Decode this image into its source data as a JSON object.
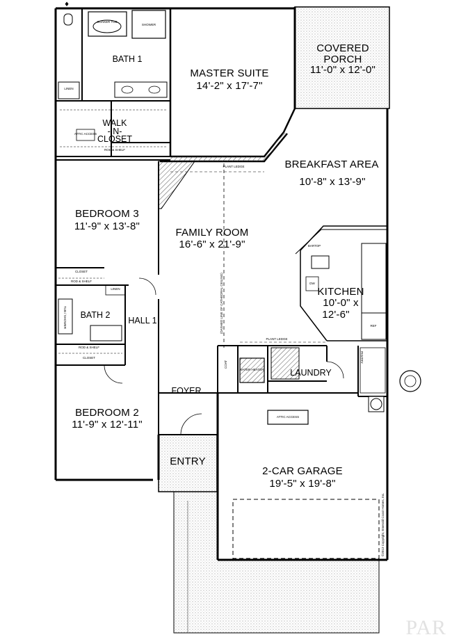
{
  "rooms": {
    "master_suite": {
      "name": "MASTER SUITE",
      "size": "14'-2\" x 17'-7\""
    },
    "covered_porch": {
      "name_line1": "COVERED",
      "name_line2": "PORCH",
      "size": "11'-0\" x 12'-0\""
    },
    "bath1": {
      "name": "BATH 1"
    },
    "walk_in_closet": {
      "line1": "WALK",
      "line2": "-IN-",
      "line3": "CLOSET"
    },
    "breakfast_area": {
      "name": "BREAKFAST AREA",
      "size": "10'-8\" x 13'-9\""
    },
    "bedroom3": {
      "name": "BEDROOM 3",
      "size": "11'-9\" x 13'-8\""
    },
    "family_room": {
      "name": "FAMILY ROOM",
      "size": "16'-6\" x 21'-9\""
    },
    "kitchen": {
      "name": "KITCHEN",
      "size_line1": "10'-0\" x",
      "size_line2": "12'-6\""
    },
    "bath2": {
      "name": "BATH 2"
    },
    "hall1": {
      "name": "HALL 1"
    },
    "laundry": {
      "name": "LAUNDRY"
    },
    "foyer": {
      "name": "FOYER"
    },
    "bedroom2": {
      "name": "BEDROOM 2",
      "size": "11'-9\" x 12'-11\""
    },
    "entry": {
      "name": "ENTRY"
    },
    "garage": {
      "name": "2-CAR GARAGE",
      "size": "19'-5\" x 19'-8\""
    }
  },
  "fixtures": {
    "soaker_tub": "SOAKER TUB",
    "shower": "SHOWER",
    "linen": "LINEN",
    "rod_shelf": "ROD & SHELF",
    "attic_access": "ATTIC ACCESS",
    "closet": "CLOSET",
    "plant_ledge": "PLANT LEDGE",
    "pantry": "PANTRY",
    "ref": "REF",
    "dw": "DW",
    "bartop": "BARTOP",
    "tub_shower": "TUB / SHOWER",
    "coat": "COAT",
    "water_heater": "WATER HEATER"
  },
  "annotations": {
    "cathedral_ceiling": "(DASHED LINE OF CATHEDRAL CEILING)",
    "copyright": "©2013 Copyright, Emerald Coast Homes, Inc.",
    "watermark": "PAR"
  }
}
